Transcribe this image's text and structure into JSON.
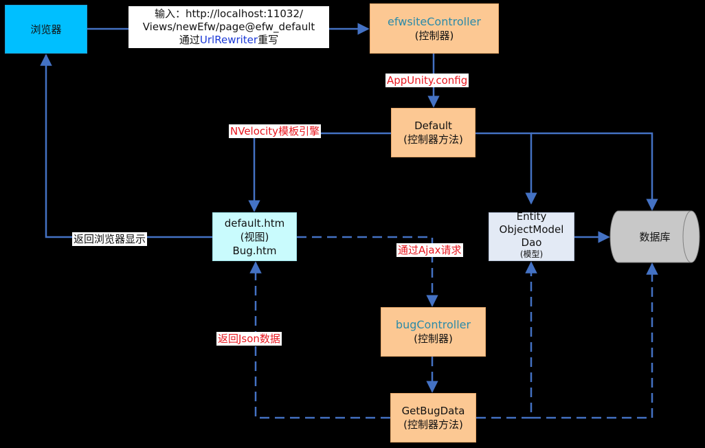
{
  "nodes": {
    "browser": {
      "label": "浏览器"
    },
    "efwsite_controller": {
      "title": "efwsiteController",
      "subtitle": "(控制器)"
    },
    "default_method": {
      "title": "Default",
      "subtitle": "(控制器方法)"
    },
    "view": {
      "line1": "default.htm",
      "line2": "(视图)",
      "line3": "Bug.htm"
    },
    "model": {
      "line1": "Entity",
      "line2": "ObjectModel",
      "line3": "Dao",
      "line4": "(模型)"
    },
    "database": {
      "label": "数据库"
    },
    "bug_controller": {
      "title": "bugController",
      "subtitle": "(控制器)"
    },
    "getbugdata_method": {
      "title": "GetBugData",
      "subtitle": "(控制器方法)"
    }
  },
  "edge_labels": {
    "input_line1": "输入：http://localhost:11032/",
    "input_line2": "Views/newEfw/page@efw_default",
    "input_line3_prefix": "通过",
    "input_line3_link": "UrlRewriter",
    "input_line3_suffix": "重写",
    "appunity": "AppUnity.config",
    "nvelocity": "NVelocity模板引擎",
    "return_browser": "返回浏览器显示",
    "ajax": "通过Ajax请求",
    "json": "返回Json数据"
  },
  "colors": {
    "background": "#000000",
    "browser_fill": "#00BFFF",
    "controller_fill": "#FCC893",
    "view_fill": "#C9FBFD",
    "model_fill": "#E3EAF5",
    "database_fill": "#C8C8C8",
    "connector": "#4472C4",
    "label_red": "#E8161E",
    "label_blue": "#1a38d6"
  }
}
